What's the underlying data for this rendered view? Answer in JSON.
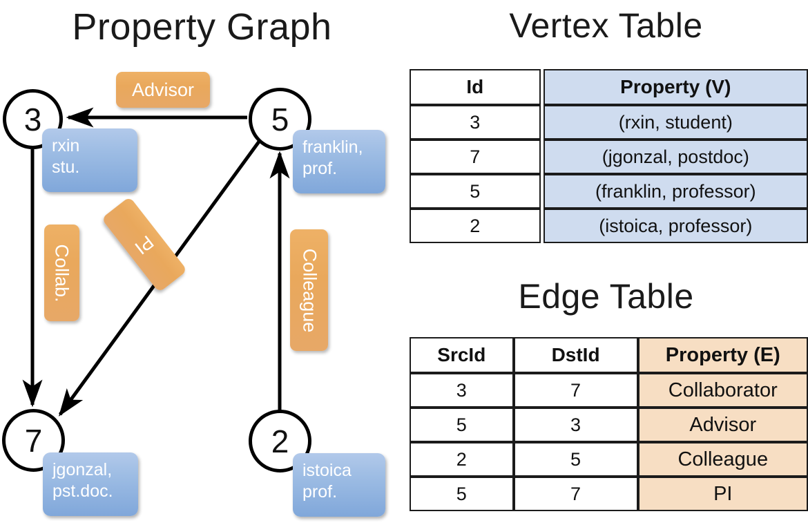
{
  "titles": {
    "property_graph": "Property Graph",
    "vertex_table": "Vertex Table",
    "edge_table": "Edge Table"
  },
  "graph": {
    "nodes": [
      {
        "id": "3",
        "property_line1": "rxin",
        "property_line2": "stu."
      },
      {
        "id": "5",
        "property_line1": "franklin,",
        "property_line2": "prof."
      },
      {
        "id": "7",
        "property_line1": "jgonzal,",
        "property_line2": "pst.doc."
      },
      {
        "id": "2",
        "property_line1": "istoica",
        "property_line2": "prof."
      }
    ],
    "edge_labels": [
      {
        "name": "advisor",
        "text": "Advisor",
        "orientation": "horizontal"
      },
      {
        "name": "collab",
        "text": "Collab.",
        "orientation": "vertical"
      },
      {
        "name": "pi",
        "text": "PI",
        "orientation": "diagonal"
      },
      {
        "name": "colleague",
        "text": "Colleague",
        "orientation": "vertical"
      }
    ],
    "edges": [
      {
        "from": "5",
        "to": "3",
        "label": "Advisor"
      },
      {
        "from": "3",
        "to": "7",
        "label": "Collab."
      },
      {
        "from": "5",
        "to": "7",
        "label": "PI"
      },
      {
        "from": "2",
        "to": "5",
        "label": "Colleague"
      }
    ]
  },
  "vertex_table": {
    "headers": [
      "Id",
      "Property (V)"
    ],
    "rows": [
      {
        "id": "3",
        "property": "(rxin, student)"
      },
      {
        "id": "7",
        "property": "(jgonzal, postdoc)"
      },
      {
        "id": "5",
        "property": "(franklin, professor)"
      },
      {
        "id": "2",
        "property": "(istoica, professor)"
      }
    ]
  },
  "edge_table": {
    "headers": [
      "SrcId",
      "DstId",
      "Property (E)"
    ],
    "rows": [
      {
        "src": "3",
        "dst": "7",
        "property": "Collaborator"
      },
      {
        "src": "5",
        "dst": "3",
        "property": "Advisor"
      },
      {
        "src": "2",
        "dst": "5",
        "property": "Colleague"
      },
      {
        "src": "5",
        "dst": "7",
        "property": "PI"
      }
    ]
  },
  "colors": {
    "vertex_property_fill": "#cfdcef",
    "edge_property_fill": "#f7dec3",
    "node_box_blue": "#80a7da",
    "edge_label_orange": "#e9a85c",
    "stroke": "#000000"
  }
}
